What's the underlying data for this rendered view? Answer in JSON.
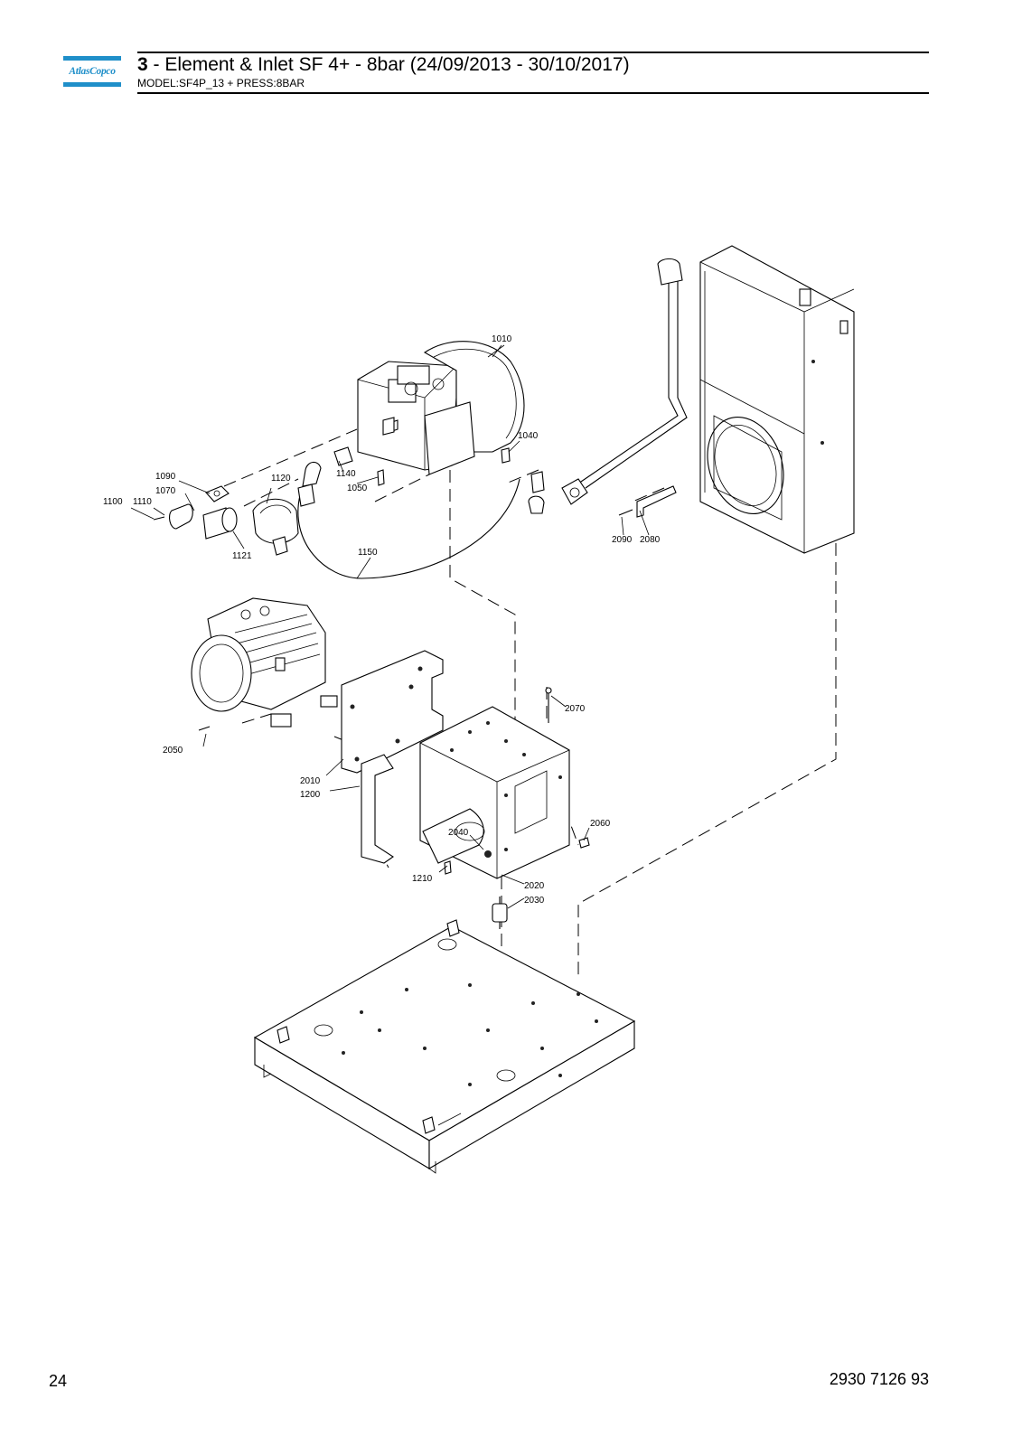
{
  "header": {
    "logo_text": "AtlasCopco",
    "section_number": "3",
    "title_rest": " - Element & Inlet SF 4+ - 8bar (24/09/2013 - 30/10/2017)",
    "subtitle": "MODEL:SF4P_13 + PRESS:8BAR"
  },
  "drawing": {
    "callouts": {
      "c1010": "1010",
      "c1040": "1040",
      "c1050": "1050",
      "c1070": "1070",
      "c1090": "1090",
      "c1100": "1100",
      "c1110": "1110",
      "c1120": "1120",
      "c1121": "1121",
      "c1140": "1140",
      "c1150": "1150",
      "c1200": "1200",
      "c1210": "1210",
      "c2010": "2010",
      "c2020": "2020",
      "c2030": "2030",
      "c2040": "2040",
      "c2050": "2050",
      "c2060": "2060",
      "c2070": "2070",
      "c2080": "2080",
      "c2090": "2090"
    }
  },
  "footer": {
    "page_number": "24",
    "document_number": "2930 7126 93"
  }
}
